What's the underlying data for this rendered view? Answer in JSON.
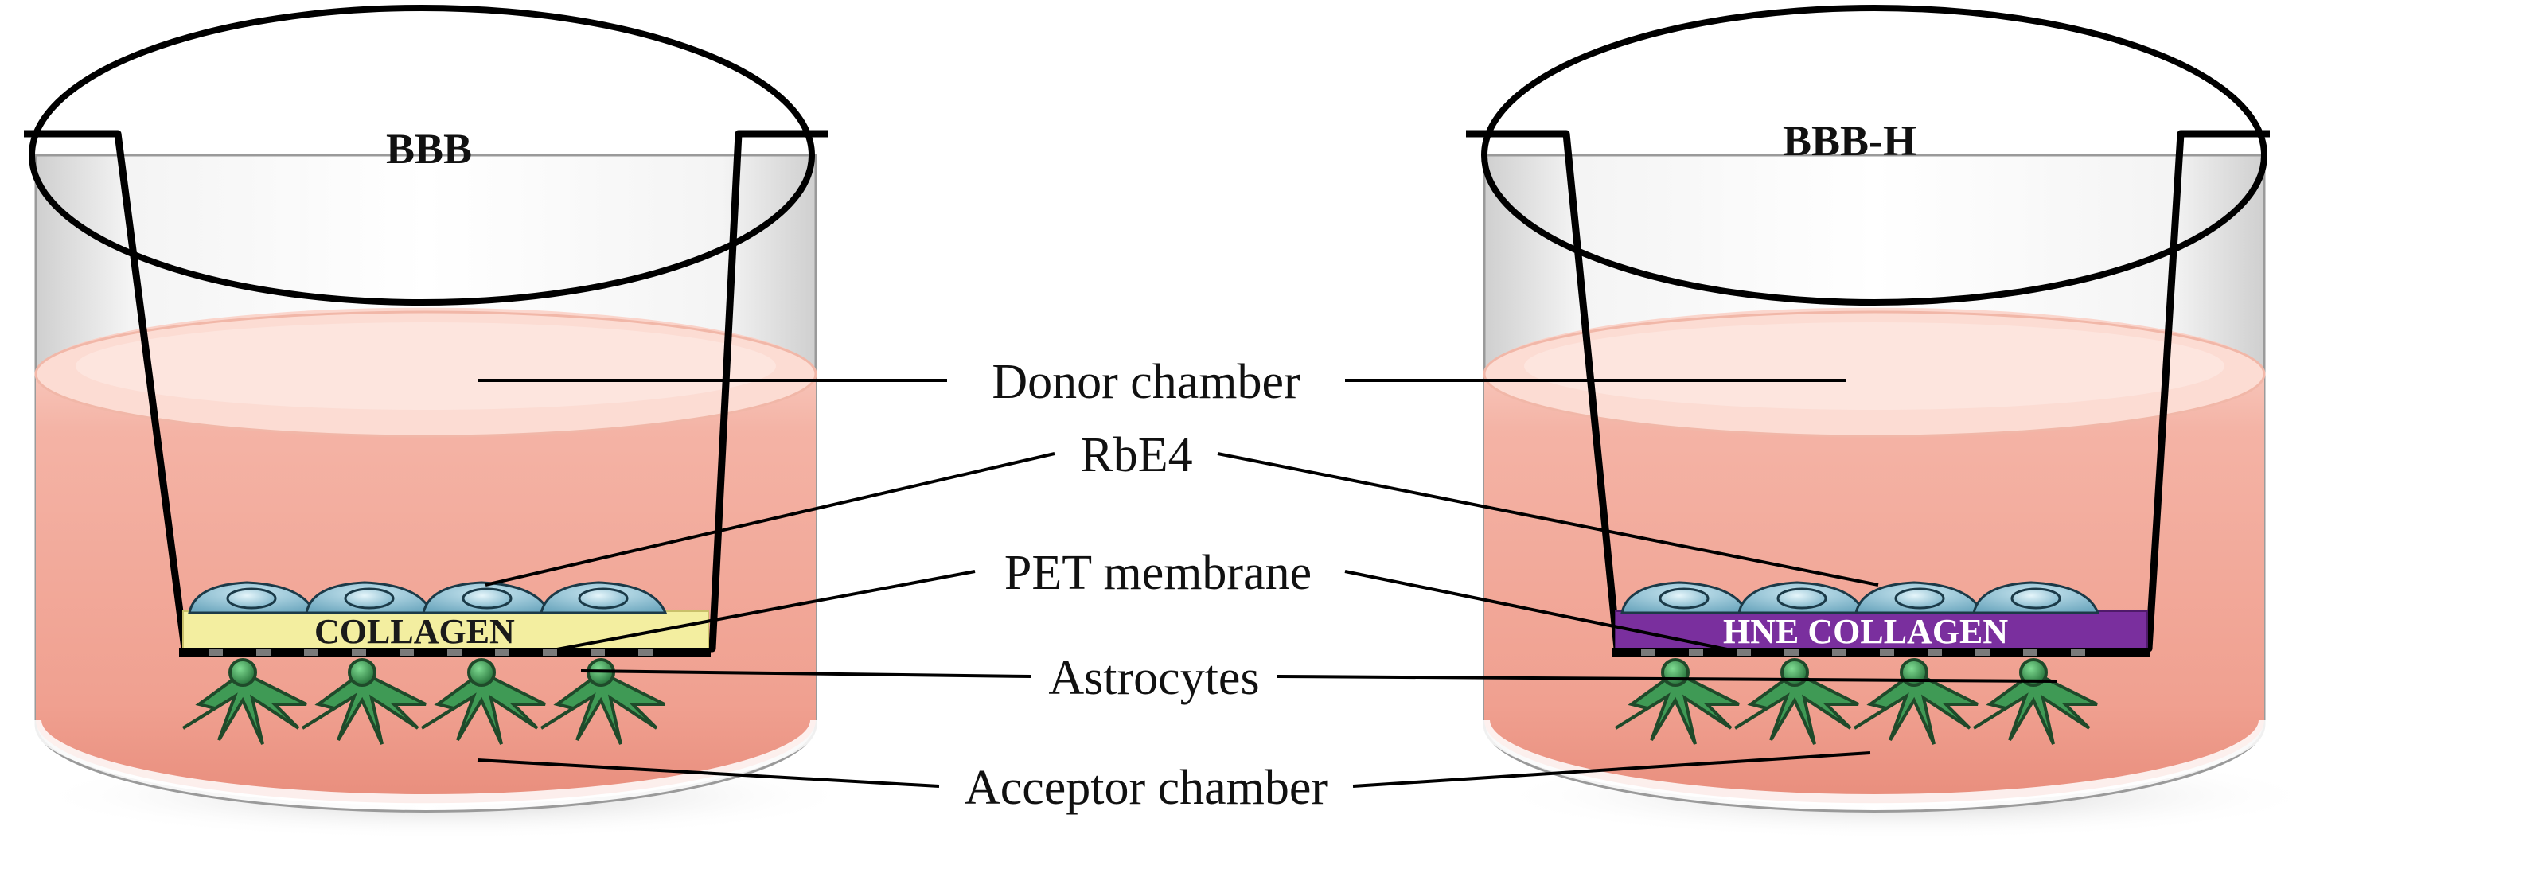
{
  "figure": {
    "left_well": {
      "title": "BBB",
      "coating_label": "COLLAGEN",
      "coating_color": "#f3eea0",
      "coating_text_color": "#1a1a1a"
    },
    "right_well": {
      "title": "BBB-H",
      "coating_label": "HNE COLLAGEN",
      "coating_color": "#7a2f9e",
      "coating_text_color": "#ffffff"
    },
    "labels": {
      "donor": "Donor chamber",
      "rbe4": "RbE4",
      "pet": "PET membrane",
      "astrocytes": "Astrocytes",
      "acceptor": "Acceptor chamber"
    },
    "colors": {
      "medium": "#f2a899",
      "medium_top": "#fbd9d0",
      "endothelial_cell": "#8fc3d6",
      "astrocyte": "#3f9a55",
      "outline": "#000000"
    }
  }
}
